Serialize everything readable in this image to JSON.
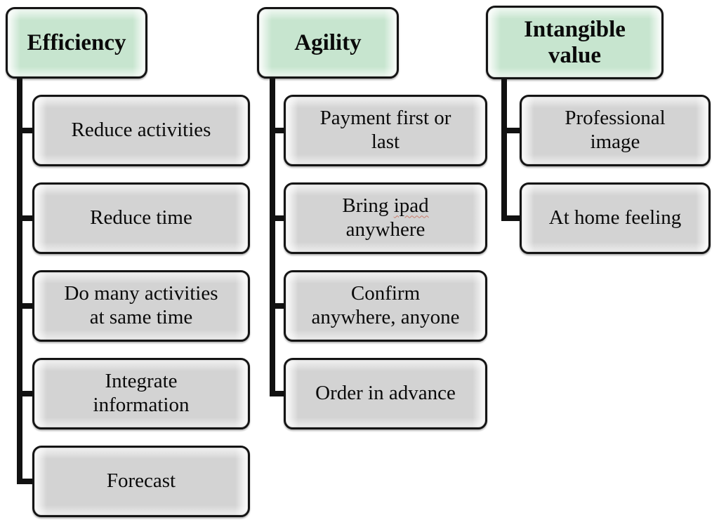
{
  "diagram": {
    "columns": [
      {
        "header": "Efficiency",
        "items": [
          {
            "label": "Reduce activities"
          },
          {
            "label": "Reduce time"
          },
          {
            "label": "Do many activities\nat same time"
          },
          {
            "label": "Integrate\ninformation"
          },
          {
            "label": "Forecast"
          }
        ]
      },
      {
        "header": "Agility",
        "items": [
          {
            "label": "Payment first or\nlast"
          },
          {
            "label": "Bring ipad\nanywhere",
            "spellcheck_underline_word": "ipad"
          },
          {
            "label": "Confirm\nanywhere, anyone"
          },
          {
            "label": "Order in advance"
          }
        ]
      },
      {
        "header": "Intangible\nvalue",
        "items": [
          {
            "label": "Professional\nimage"
          },
          {
            "label": "At home feeling"
          }
        ]
      }
    ],
    "colors": {
      "header_fill": "#c7e5cf",
      "item_fill": "#d3d3d3",
      "box_border": "#141414",
      "connector": "#111111",
      "text": "#0a0a0a",
      "spellcheck_underline": "#c87a6a",
      "background": "#ffffff"
    }
  }
}
